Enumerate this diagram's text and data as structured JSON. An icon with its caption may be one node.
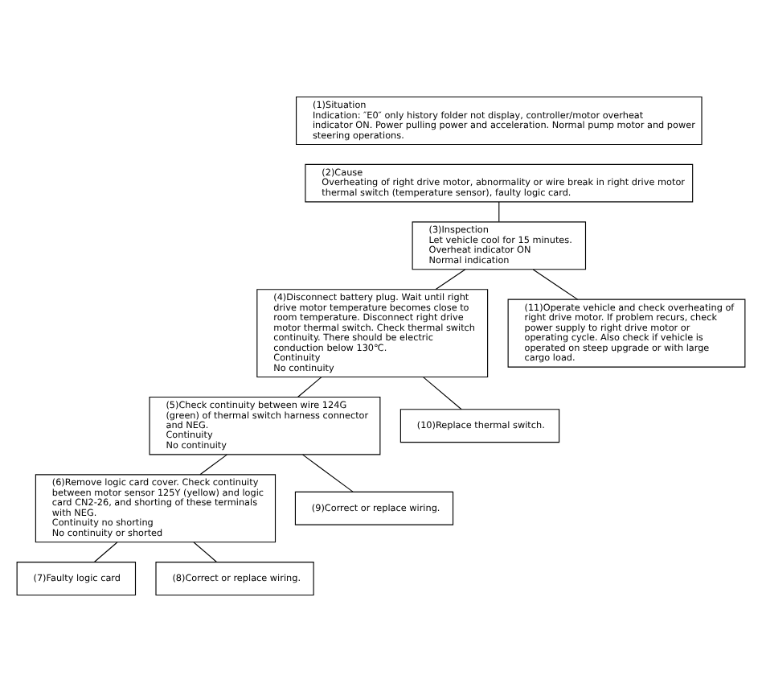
{
  "diagram": {
    "nodes": [
      {
        "text": [
          "(1)Situation",
          "Indication: ″E0″ only history folder not display, controller/motor overheat indicator ON. Power pulling power and acceleration. Normal pump motor and power steering operations."
        ]
      },
      {
        "text": [
          "(2)Cause",
          "Overheating of right drive motor, abnormality or wire break in right drive motor thermal switch (temperature sensor), faulty logic card."
        ]
      },
      {
        "text": [
          "(3)Inspection",
          "Let vehicle cool for 15 minutes.",
          "Overheat indicator ON",
          "Normal indication"
        ]
      },
      {
        "text": [
          "(4)Disconnect battery plug. Wait until right drive motor temperature becomes close to room temperature. Disconnect right drive motor thermal switch. Check thermal switch continuity. There should be electric conduction below 130℃.",
          "Continuity",
          "No continuity"
        ]
      },
      {
        "text": [
          "(11)Operate vehicle and check overheating of right drive motor. If problem recurs, check power supply to right drive motor or operating cycle. Also check if vehicle is operated on steep upgrade or with large cargo load."
        ]
      },
      {
        "text": [
          "(5)Check continuity between wire 124G (green) of thermal switch harness connector and NEG.",
          "Continuity",
          "No continuity"
        ]
      },
      {
        "text": [
          "(10)Replace thermal switch."
        ]
      },
      {
        "text": [
          "(6)Remove logic card cover. Check continuity between motor sensor 125Y (yellow) and logic card CN2-26, and shorting of these terminals with NEG.",
          "Continuity no shorting",
          "No continuity or shorted"
        ]
      },
      {
        "text": [
          "(9)Correct or replace wiring."
        ]
      },
      {
        "text": [
          "(7)Faulty logic card"
        ]
      },
      {
        "text": [
          "(8)Correct or replace wiring."
        ]
      }
    ],
    "edges": [
      {
        "from": 1,
        "to": 2,
        "arrow": "none"
      },
      {
        "from": 2,
        "to": 3,
        "arrow": "none"
      },
      {
        "from": 2,
        "to": 4,
        "arrow": "none"
      },
      {
        "from": 3,
        "to": 5,
        "arrow": "none"
      },
      {
        "from": 3,
        "to": 6,
        "arrow": "none"
      },
      {
        "from": 5,
        "to": 7,
        "arrow": "none"
      },
      {
        "from": 5,
        "to": 8,
        "arrow": "none"
      },
      {
        "from": 7,
        "to": 9,
        "arrow": "none"
      },
      {
        "from": 7,
        "to": 10,
        "arrow": "none"
      }
    ]
  }
}
